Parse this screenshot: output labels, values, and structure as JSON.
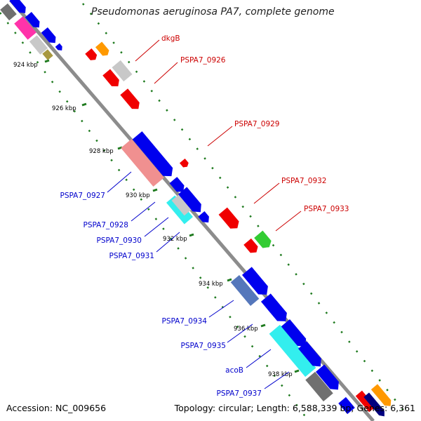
{
  "title": "Pseudomonas aeruginosa PA7, complete genome",
  "accession": "Accession: NC_009656",
  "summary": "Topology: circular; Length: 6,588,339 bp; Genes: 6,361",
  "colors": {
    "backbone": "#8c8c8c",
    "tick": "#1e7a1e",
    "forward_label": "#cc0000",
    "reverse_label": "#0000cc"
  },
  "ticks": [
    "924 kbp",
    "926 kbp",
    "928 kbp",
    "930 kbp",
    "932 kbp",
    "934 kbp",
    "936 kbp",
    "938 kbp"
  ],
  "forward_labels": [
    "dkgB",
    "PSPA7_0926",
    "PSPA7_0929",
    "PSPA7_0932",
    "PSPA7_0933"
  ],
  "reverse_labels": [
    "PSPA7_0927",
    "PSPA7_0928",
    "PSPA7_0930",
    "PSPA7_0931",
    "PSPA7_0934",
    "PSPA7_0935",
    "acoB",
    "PSPA7_0937"
  ]
}
